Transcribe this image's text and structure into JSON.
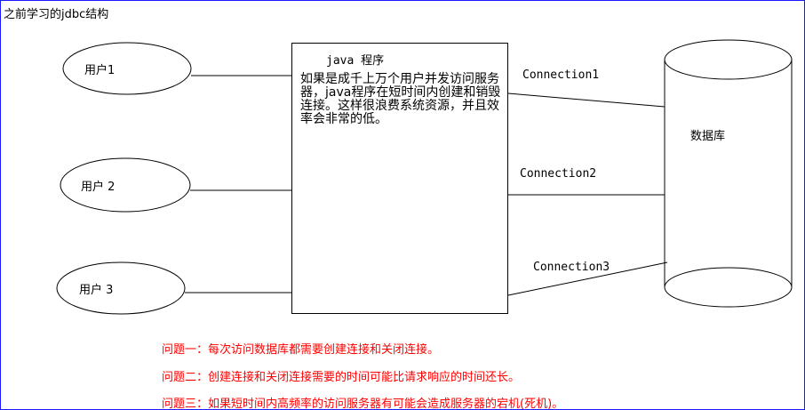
{
  "title": "之前学习的jdbc结构",
  "users": [
    "用户1",
    "用户 2",
    "用户 3"
  ],
  "app": {
    "title": "java 程序",
    "description": "如果是成千上万个用户并发访问服务器，java程序在短时间内创建和销毁连接。这样很浪费系统资源，并且效率会非常的低。"
  },
  "connections": [
    "Connection1",
    "Connection2",
    "Connection3"
  ],
  "database": "数据库",
  "problems": [
    "问题一：每次访问数据库都需要创建连接和关闭连接。",
    "问题二：创建连接和关闭连接需要的时间可能比请求响应的时间还长。",
    "问题三：如果短时间内高频率的访问服务器有可能会造成服务器的宕机(死机)。"
  ],
  "colors": {
    "problem_text": "#ff0000",
    "border": "#1a1aff"
  }
}
